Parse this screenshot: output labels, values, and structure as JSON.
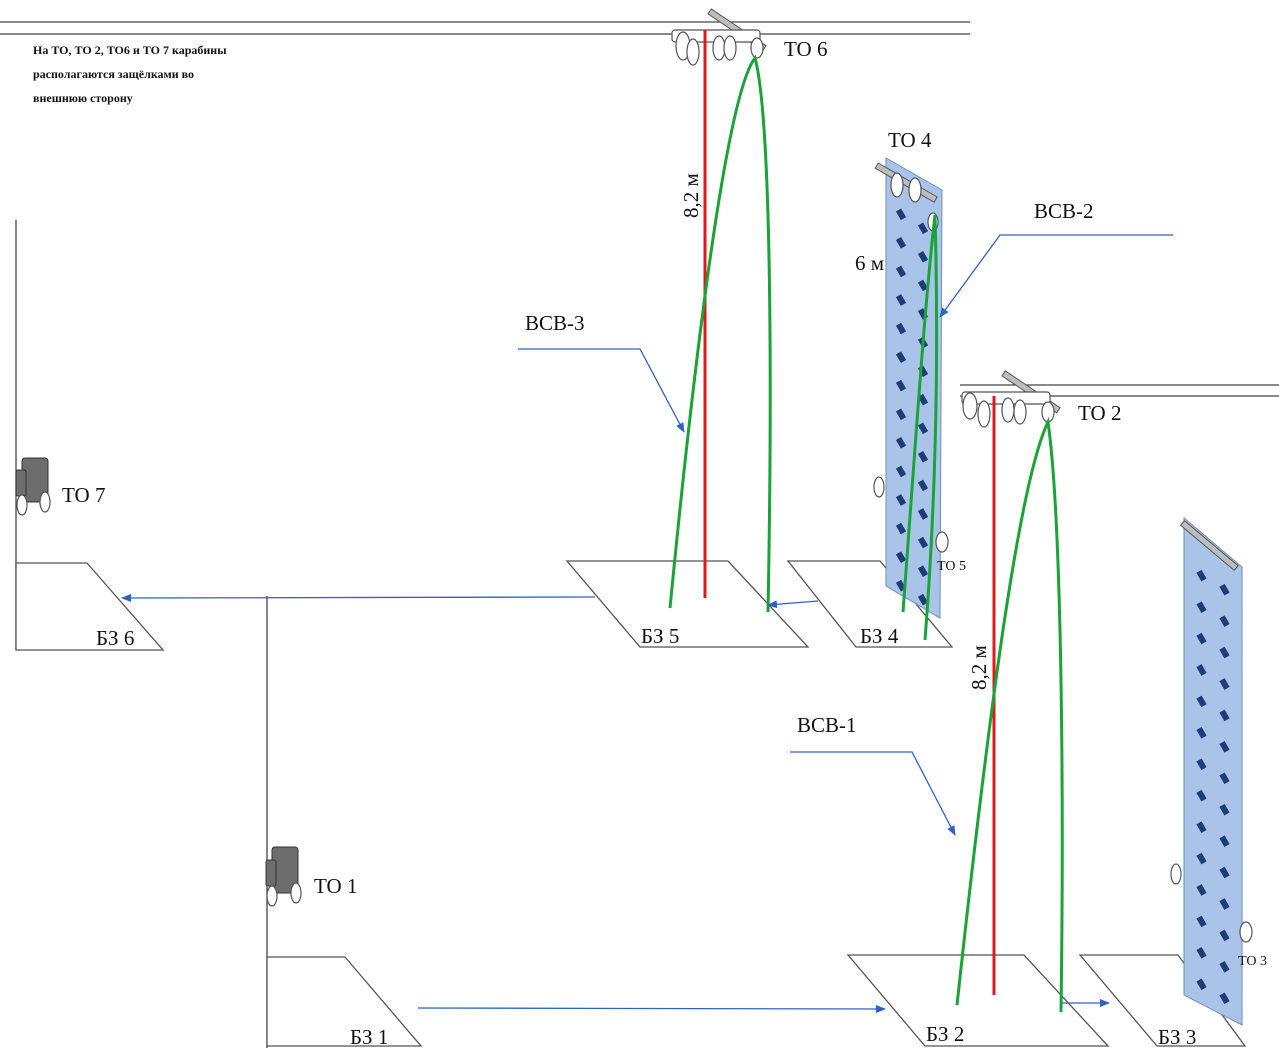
{
  "note": {
    "lines": [
      "На ТО, ТО 2, ТО6 и ТО 7 карабины",
      "располагаются защёлками во",
      "внешнюю сторону"
    ]
  },
  "labels": {
    "to1": "ТО 1",
    "to2": "ТО 2",
    "to3": "ТО 3",
    "to4": "ТО 4",
    "to5": "ТО 5",
    "to6": "ТО 6",
    "to7": "ТО 7",
    "bz1": "БЗ 1",
    "bz2": "БЗ 2",
    "bz3": "БЗ 3",
    "bz4": "БЗ 4",
    "bz5": "БЗ 5",
    "bz6": "БЗ 6",
    "vsv1": "ВСВ-1",
    "vsv2": "ВСВ-2",
    "vsv3": "ВСВ-3",
    "height_top": "8,2 м",
    "height_bottom": "8,2 м",
    "height_wall": "6 м"
  },
  "colors": {
    "rope_vertical": "#e01818",
    "rope_path": "#1aa337",
    "arrow": "#2d63c4",
    "wall_panel": "#a9c4e8",
    "holds": "#1d3c78"
  }
}
